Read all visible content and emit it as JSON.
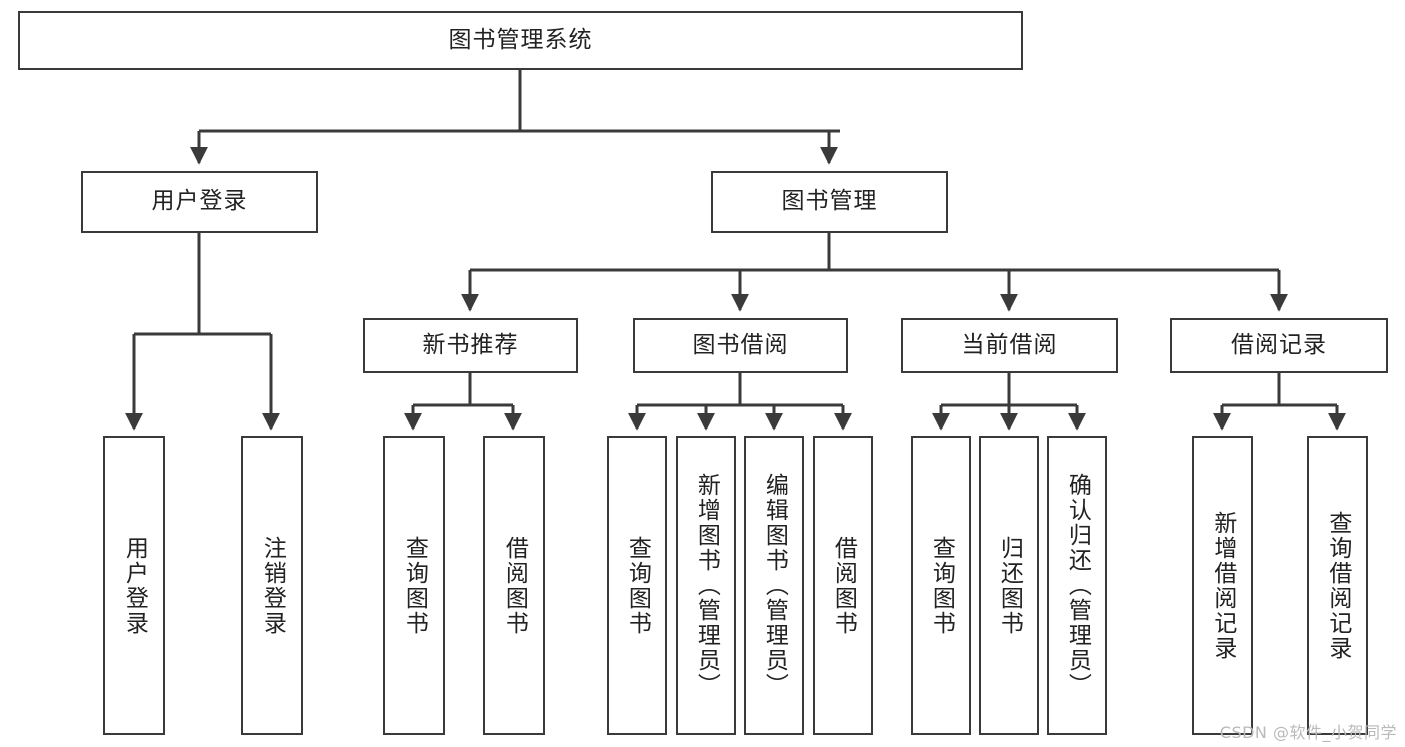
{
  "diagram": {
    "type": "tree",
    "title_node": {
      "label": "图书管理系统"
    },
    "level1": [
      {
        "id": "user-login",
        "label": "用户登录"
      },
      {
        "id": "book-manage",
        "label": "图书管理"
      }
    ],
    "level2": [
      {
        "id": "new-book-recommend",
        "label": "新书推荐"
      },
      {
        "id": "book-borrow",
        "label": "图书借阅"
      },
      {
        "id": "current-borrow",
        "label": "当前借阅"
      },
      {
        "id": "borrow-record",
        "label": "借阅记录"
      }
    ],
    "leaves": {
      "user_login": [
        {
          "id": "leaf-user-login",
          "label": "用户登录"
        },
        {
          "id": "leaf-logout-login",
          "label": "注销登录"
        }
      ],
      "new_book_recommend": [
        {
          "id": "leaf-query-book-1",
          "label": "查询图书"
        },
        {
          "id": "leaf-borrow-book-1",
          "label": "借阅图书"
        }
      ],
      "book_borrow": [
        {
          "id": "leaf-query-book-2",
          "label": "查询图书"
        },
        {
          "id": "leaf-add-book",
          "label": "新增图书（管理员）"
        },
        {
          "id": "leaf-edit-book",
          "label": "编辑图书（管理员）"
        },
        {
          "id": "leaf-borrow-book-2",
          "label": "借阅图书"
        }
      ],
      "current_borrow": [
        {
          "id": "leaf-query-book-3",
          "label": "查询图书"
        },
        {
          "id": "leaf-return-book",
          "label": "归还图书"
        },
        {
          "id": "leaf-confirm-return",
          "label": "确认归还（管理员）"
        }
      ],
      "borrow_record": [
        {
          "id": "leaf-add-record",
          "label": "新增借阅记录"
        },
        {
          "id": "leaf-query-record",
          "label": "查询借阅记录"
        }
      ]
    }
  },
  "watermark": {
    "text": "CSDN @软件_小贺同学"
  },
  "colors": {
    "border": "#3a3a3a",
    "background": "#ffffff",
    "text": "#222222",
    "watermark": "#b9b9b9"
  }
}
